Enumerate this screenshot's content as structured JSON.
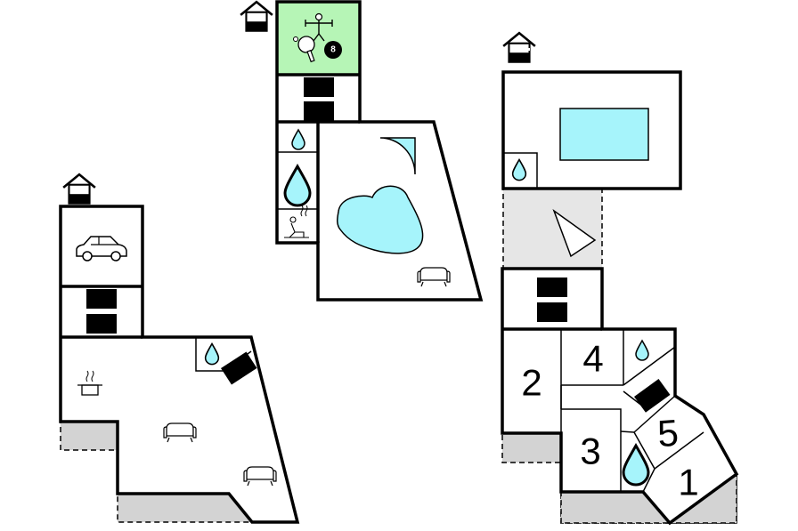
{
  "rooms": {
    "room_1": "1",
    "room_2": "2",
    "room_3": "3",
    "room_4": "4",
    "room_5": "5"
  },
  "billiard_ball": "8",
  "colors": {
    "wall": "#000000",
    "water": "#a6f4fb",
    "terrace": "#d3d3d3",
    "terrace_light": "#e6e6e6",
    "game_room": "#b6f5b6"
  },
  "icons": [
    "house-icon",
    "car-icon",
    "stairs-icon",
    "water-drop-icon",
    "cooking-pot-icon",
    "sofa-icon",
    "pool-icon",
    "sauna-icon",
    "table-tennis-icon",
    "billiard-ball-icon",
    "fitness-icon",
    "slide-icon"
  ]
}
